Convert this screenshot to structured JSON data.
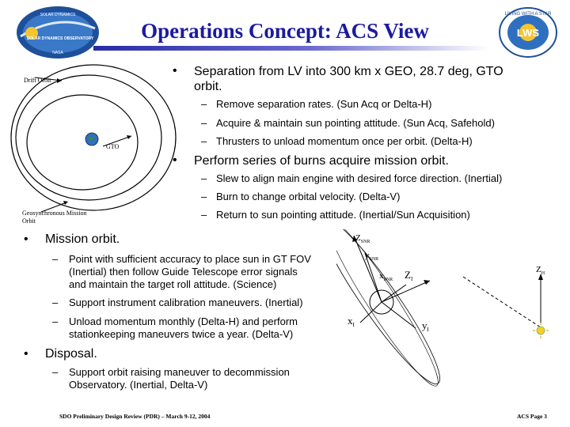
{
  "slide": {
    "title": "Operations Concept: ACS View",
    "left_logo": {
      "ring_text": "SOLAR DYNAMICS",
      "center_text": "SOLAR DYNAMICS OBSERVATORY",
      "agency": "NASA"
    },
    "right_logo": {
      "ring_text": "LIVING WITH A STAR",
      "center_text": "LWS"
    },
    "orbit_diagram": {
      "drift_orbit_label": "Drift Orbit",
      "gto_label": "GTO",
      "geo_label_line1": "Geosynchronous Mission",
      "geo_label_line2": "Orbit"
    },
    "frame_diagram": {
      "labels": {
        "z_snr": "Z",
        "z_snr_sub": "SNR",
        "y_snr": "y",
        "y_snr_sub": "SNR",
        "x_snr": "x",
        "x_snr_sub": "SNR",
        "z_i": "Z",
        "z_i_sub": "I",
        "x_i": "x",
        "x_i_sub": "I",
        "y_i": "y",
        "y_i_sub": "I",
        "z_h": "Z",
        "z_h_sub": "H"
      }
    },
    "right_bullets": [
      {
        "marker": "•",
        "text_line1": "Separation from LV into 300 km x GEO, 28.7 deg, GTO",
        "text_line2": "orbit.",
        "subs": [
          "Remove separation rates.  (Sun Acq or Delta-H)",
          "Acquire & maintain sun pointing attitude.  (Sun Acq, Safehold)",
          "Thrusters to unload momentum once per orbit. (Delta-H)"
        ]
      },
      {
        "marker": "•",
        "text": "Perform series of burns acquire mission orbit.",
        "subs": [
          "Slew to align main engine with desired force direction. (Inertial)",
          "Burn to change orbital velocity. (Delta-V)",
          "Return to sun pointing attitude. (Inertial/Sun Acquisition)"
        ]
      }
    ],
    "left_bullets": [
      {
        "marker": "•",
        "text": "Mission orbit.",
        "subs": [
          [
            "Point with sufficient accuracy to place sun in GT FOV",
            "(Inertial) then follow Guide Telescope error signals",
            "and maintain the target roll attitude. (Science)"
          ],
          [
            "Support instrument calibration maneuvers. (Inertial)"
          ],
          [
            "Unload momentum monthly (Delta-H) and perform",
            "stationkeeping maneuvers twice a year. (Delta-V)"
          ]
        ]
      },
      {
        "marker": "•",
        "text": "Disposal.",
        "subs": [
          [
            "Support orbit raising maneuver to decommission",
            "Observatory. (Inertial, Delta-V)"
          ]
        ]
      }
    ],
    "dash": "–",
    "footer": {
      "left": "SDO Preliminary Design Review (PDR) – March 9-12, 2004",
      "right": "ACS Page 3"
    },
    "colors": {
      "title": "#1a1aa0",
      "rule": "#2a2aa8",
      "earth": "#2f6fc0"
    }
  }
}
